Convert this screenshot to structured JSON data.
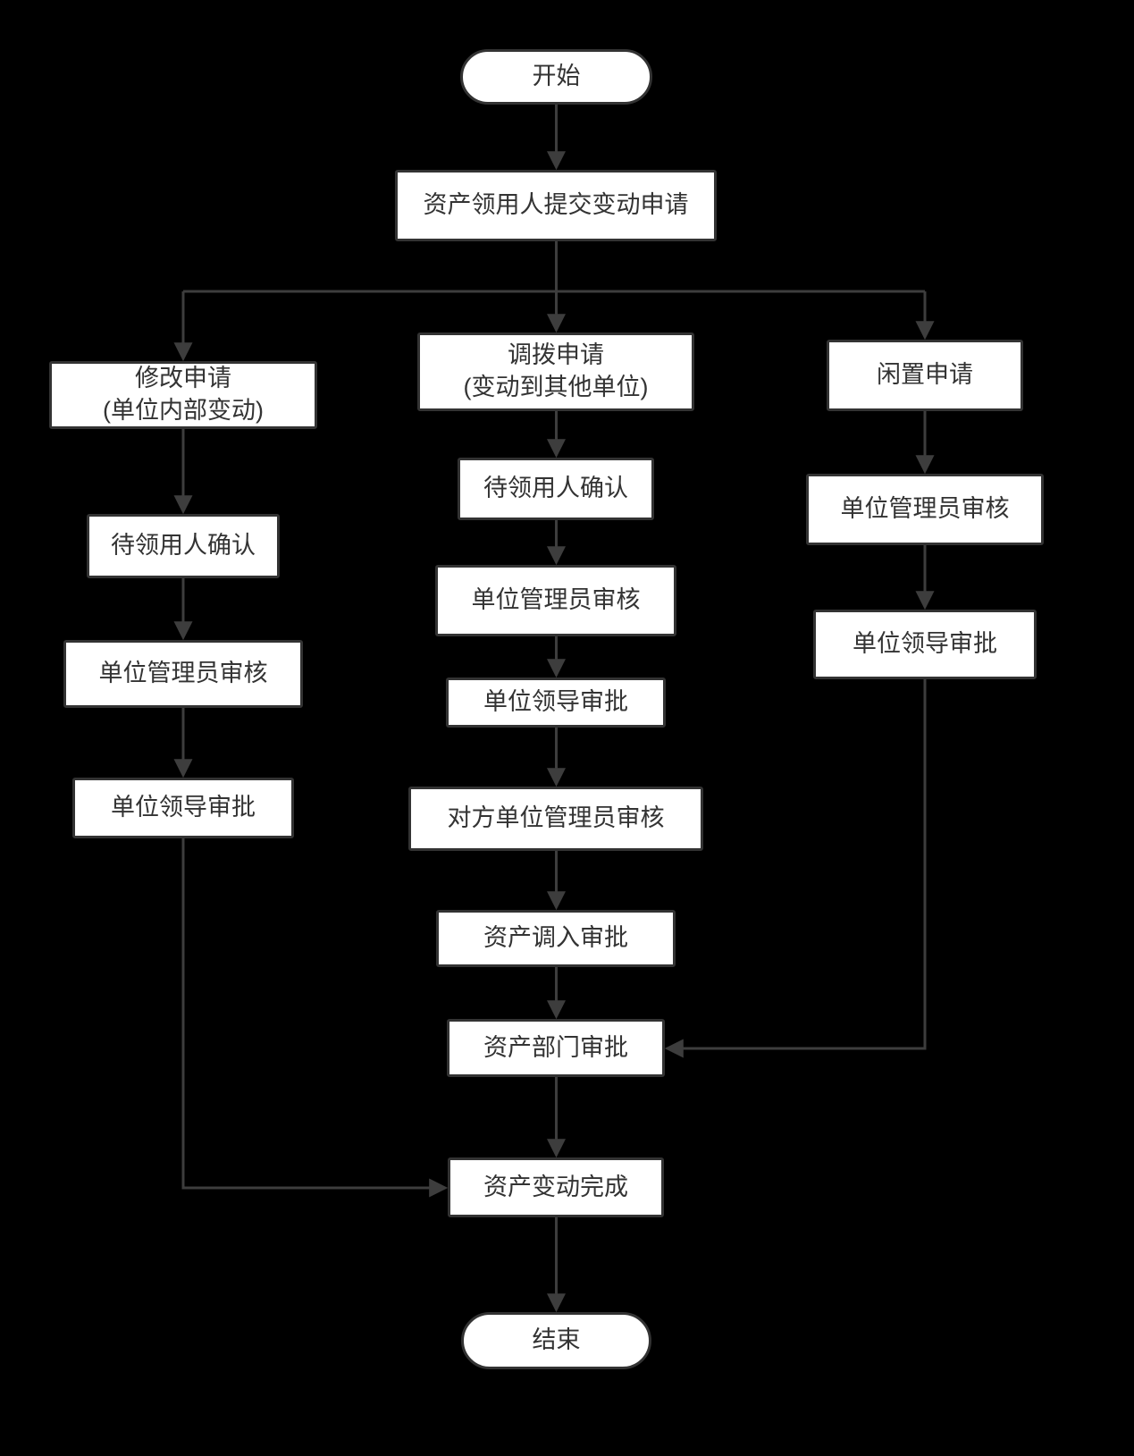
{
  "colors": {
    "background": "#000000",
    "node_fill": "#ffffff",
    "node_border": "#333333",
    "connector": "#3d3d3d",
    "text": "#333333"
  },
  "nodes": {
    "start": {
      "label": "开始"
    },
    "submit_request": {
      "label": "资产领用人提交变动申请"
    },
    "modify_request": {
      "label_line1": "修改申请",
      "label_line2": "(单位内部变动)"
    },
    "modify_confirm": {
      "label": "待领用人确认"
    },
    "modify_admin_review": {
      "label": "单位管理员审核"
    },
    "modify_leader_approve": {
      "label": "单位领导审批"
    },
    "transfer_request": {
      "label_line1": "调拨申请",
      "label_line2": "(变动到其他单位)"
    },
    "transfer_confirm": {
      "label": "待领用人确认"
    },
    "transfer_admin_review": {
      "label": "单位管理员审核"
    },
    "transfer_leader_approve": {
      "label": "单位领导审批"
    },
    "counterpart_admin_review": {
      "label": "对方单位管理员审核"
    },
    "asset_transfer_in_approve": {
      "label": "资产调入审批"
    },
    "asset_dept_approve": {
      "label": "资产部门审批"
    },
    "asset_change_complete": {
      "label": "资产变动完成"
    },
    "idle_request": {
      "label": "闲置申请"
    },
    "idle_admin_review": {
      "label": "单位管理员审核"
    },
    "idle_leader_approve": {
      "label": "单位领导审批"
    },
    "end": {
      "label": "结束"
    }
  }
}
